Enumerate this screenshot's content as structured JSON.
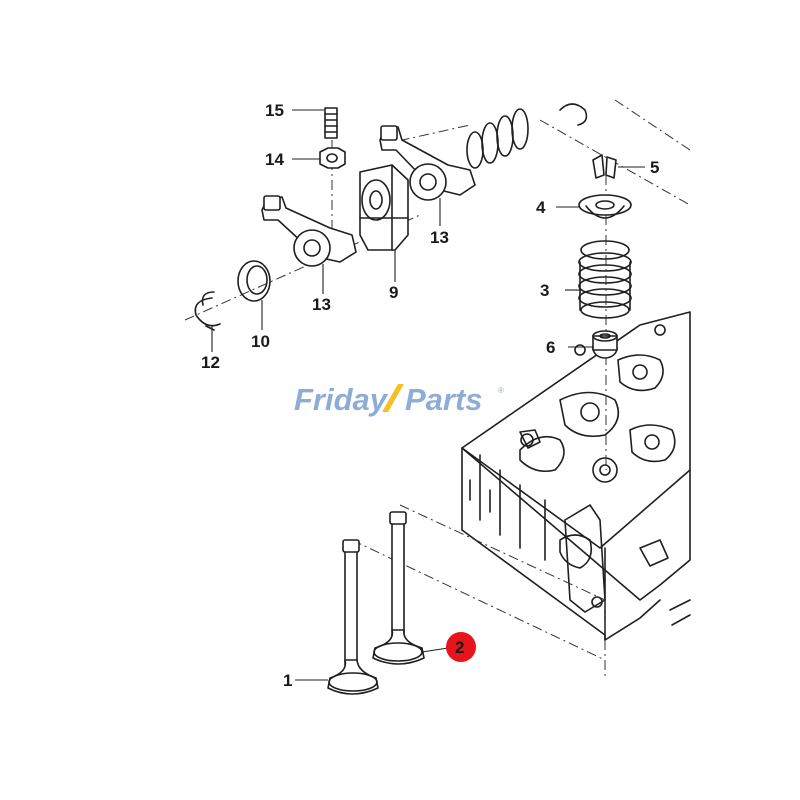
{
  "watermark": {
    "brand": "FridayParts",
    "text_left": "Friday",
    "text_right": "Parts",
    "color": "#7b9fd0",
    "mark_color": "#f4b400"
  },
  "callouts": {
    "c1": "1",
    "c2": "2",
    "c3": "3",
    "c4": "4",
    "c5": "5",
    "c6": "6",
    "c9": "9",
    "c10": "10",
    "c12": "12",
    "c13a": "13",
    "c13b": "13",
    "c14": "14",
    "c15": "15"
  },
  "highlight": {
    "color": "#e8141c",
    "text_color": "#ffffff"
  }
}
